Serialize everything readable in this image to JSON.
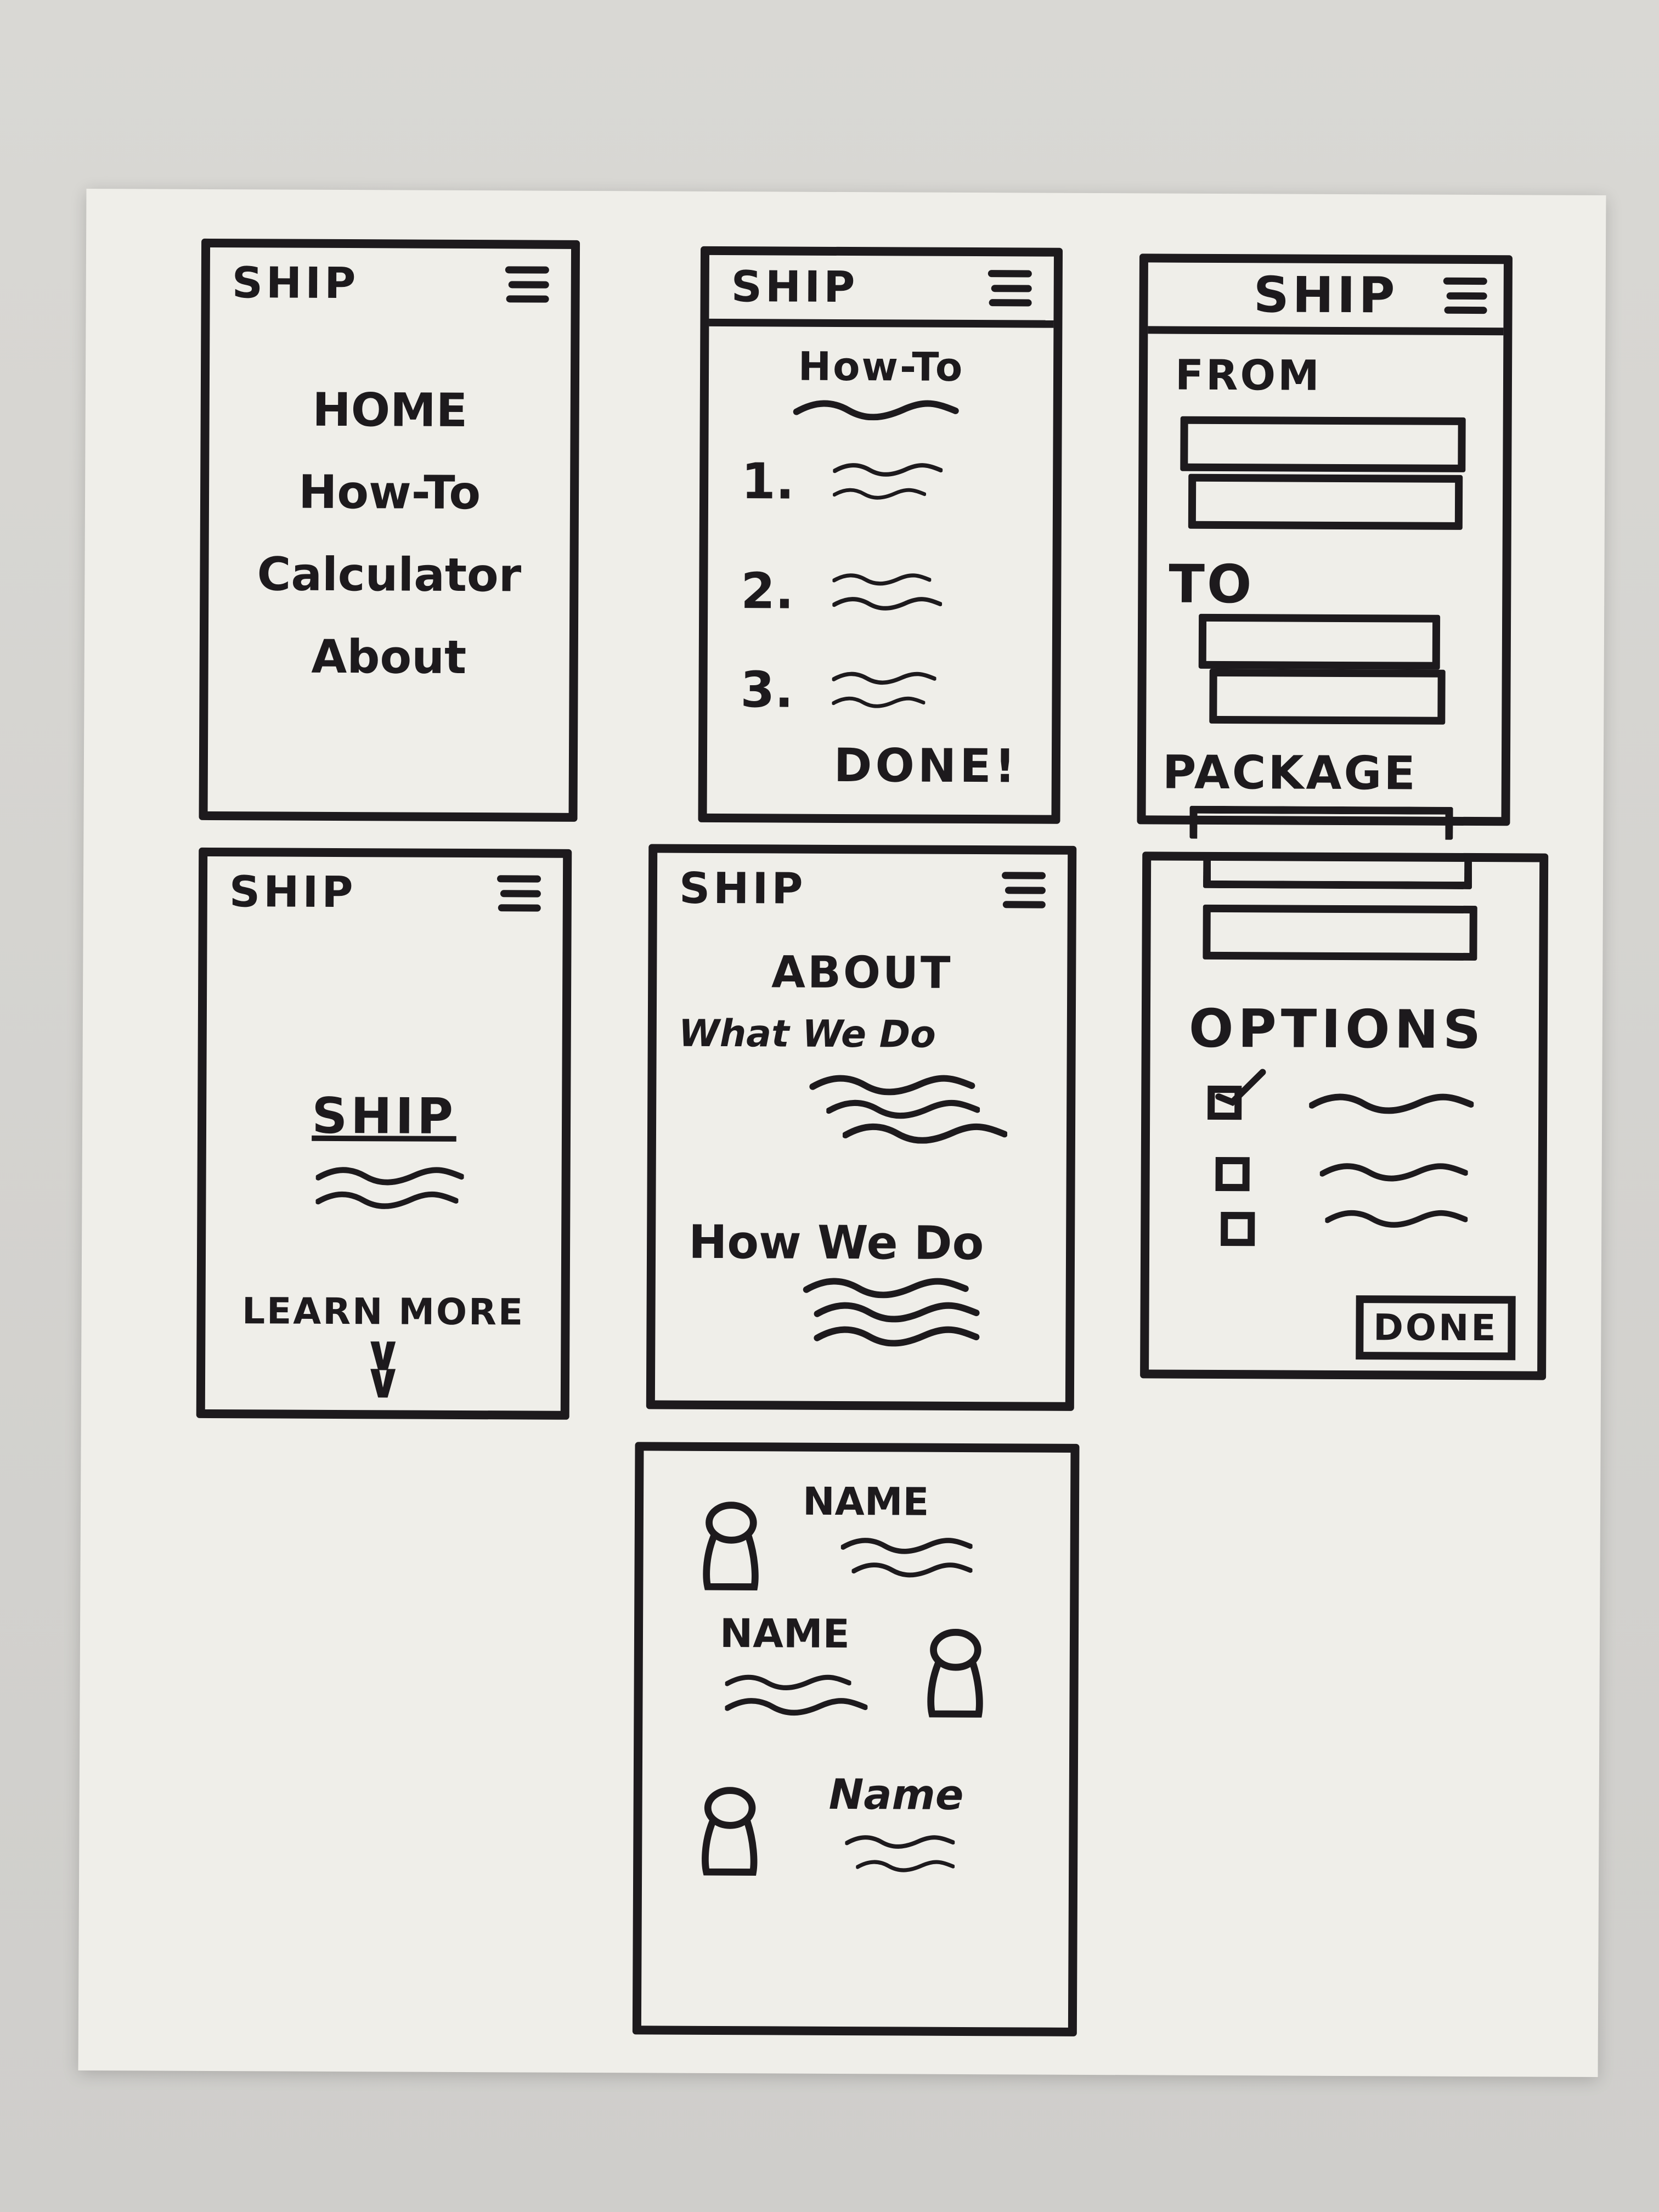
{
  "sheet": {
    "description": "Hand-drawn mobile wireframe sketches for a shipping app",
    "ink_color": "#1d1a1d",
    "paper_color": "#efeee9"
  },
  "frames": {
    "menu": {
      "logo": "SHIP",
      "menu_icon": "hamburger-icon",
      "items": [
        {
          "label": "HOME"
        },
        {
          "label": "How-To"
        },
        {
          "label": "Calculator"
        },
        {
          "label": "About"
        }
      ]
    },
    "howto": {
      "logo": "SHIP",
      "menu_icon": "hamburger-icon",
      "title": "How-To",
      "steps": [
        {
          "number": "1."
        },
        {
          "number": "2."
        },
        {
          "number": "3."
        }
      ],
      "done_label": "DONE!"
    },
    "calculator": {
      "logo": "SHIP",
      "menu_icon": "hamburger-icon",
      "from_label": "FROM",
      "to_label": "TO",
      "package_label": "PACKAGE"
    },
    "home": {
      "logo": "SHIP",
      "menu_icon": "hamburger-icon",
      "hero_title": "SHIP",
      "learn_more_label": "LEARN MORE",
      "learn_more_icon": "double-chevron-down-icon"
    },
    "about": {
      "logo": "SHIP",
      "menu_icon": "hamburger-icon",
      "title": "ABOUT",
      "section1_heading": "What We Do",
      "section2_heading": "How We Do"
    },
    "calculator_options": {
      "options_label": "OPTIONS",
      "options": [
        {
          "checked": true
        },
        {
          "checked": false
        },
        {
          "checked": false
        }
      ],
      "done_label": "DONE"
    },
    "team": {
      "members": [
        {
          "name": "NAME"
        },
        {
          "name": "NAME"
        },
        {
          "name": "Name"
        }
      ]
    }
  }
}
